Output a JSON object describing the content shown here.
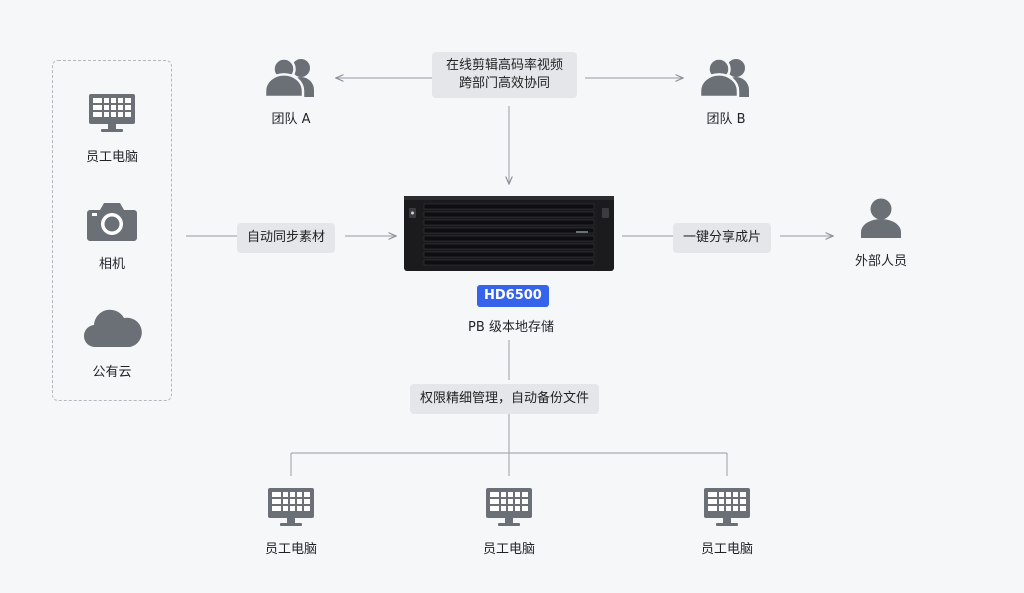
{
  "sources": [
    {
      "label": "员工电脑",
      "icon": "monitor-icon"
    },
    {
      "label": "相机",
      "icon": "camera-icon"
    },
    {
      "label": "公有云",
      "icon": "cloud-icon"
    }
  ],
  "sync_tag": "自动同步素材",
  "collab": {
    "line1": "在线剪辑高码率视频",
    "line2": "跨部门高效协同",
    "team_a": "团队 A",
    "team_b": "团队 B"
  },
  "storage": {
    "badge": "HD6500",
    "label": "PB 级本地存储"
  },
  "share_tag": "一键分享成片",
  "external": {
    "label": "外部人员",
    "icon": "person-icon"
  },
  "permission_tag": "权限精细管理，自动备份文件",
  "employees": [
    {
      "label": "员工电脑"
    },
    {
      "label": "员工电脑"
    },
    {
      "label": "员工电脑"
    }
  ],
  "colors": {
    "accent": "#3563e9",
    "icon_gray": "#6b6f76",
    "line": "#a9adb3",
    "tag_bg": "#e4e6ea",
    "server": "#1b1b1d"
  }
}
